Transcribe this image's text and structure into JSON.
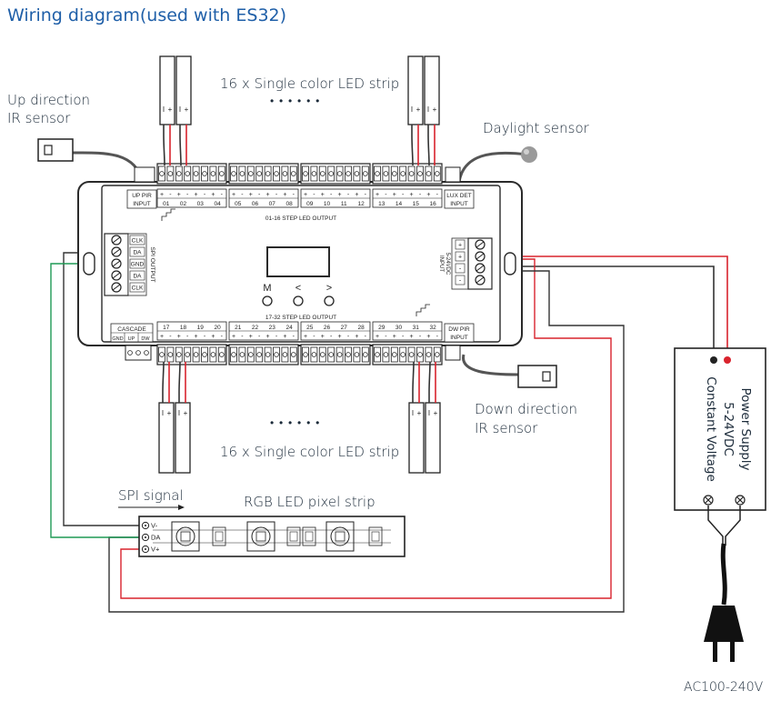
{
  "title": "Wiring diagram(used with ES32)",
  "labels": {
    "top_strip": "16 x Single color LED strip",
    "bottom_strip": "16 x Single color LED strip",
    "dots": "• • • • • •",
    "up_sensor_line1": "Up direction",
    "up_sensor_line2": "IR sensor",
    "daylight_sensor": "Daylight sensor",
    "down_sensor_line1": "Down direction",
    "down_sensor_line2": "IR sensor",
    "spi_signal": "SPI signal",
    "rgb_strip": "RGB LED pixel strip",
    "ac": "AC100-240V",
    "psu_line1": "Power Supply",
    "psu_line2": "5-24VDC",
    "psu_line3": "Constant Voltage"
  },
  "controller": {
    "up_pir": [
      "UP PIR",
      "INPUT"
    ],
    "lux_det": [
      "LUX DET",
      "INPUT"
    ],
    "dw_pir": [
      "DW PIR",
      "INPUT"
    ],
    "cascade": "CASCADE",
    "cascade_pins": [
      "GND",
      "UP",
      "DW"
    ],
    "top_channels": [
      "01",
      "02",
      "03",
      "04",
      "05",
      "06",
      "07",
      "08",
      "09",
      "10",
      "11",
      "12",
      "13",
      "14",
      "15",
      "16"
    ],
    "bottom_channels": [
      "17",
      "18",
      "19",
      "20",
      "21",
      "22",
      "23",
      "24",
      "25",
      "26",
      "27",
      "28",
      "29",
      "30",
      "31",
      "32"
    ],
    "top_output_label": "01-16 STEP LED OUTPUT",
    "bottom_output_label": "17-32 STEP LED OUTPUT",
    "spi_output_label": "SPI OUTPUT",
    "spi_pins": [
      "CLK",
      "DA",
      "GND",
      "DA",
      "CLK"
    ],
    "power_input_label": [
      "INPUT",
      "5-24VDC"
    ],
    "power_pins": [
      "+",
      "+",
      "-",
      "-"
    ],
    "buttons": [
      "M",
      "<",
      ">"
    ],
    "polarity": [
      "+",
      "-"
    ]
  },
  "rgb_pins": [
    "V-",
    "DA",
    "V+"
  ],
  "strip_polarity": [
    "I",
    "+"
  ],
  "colors": {
    "title": "#1f5fa8",
    "line": "#2a2a2a",
    "red_wire": "#d9232d",
    "green_wire": "#1e9a55",
    "black_wire": "#333333"
  }
}
